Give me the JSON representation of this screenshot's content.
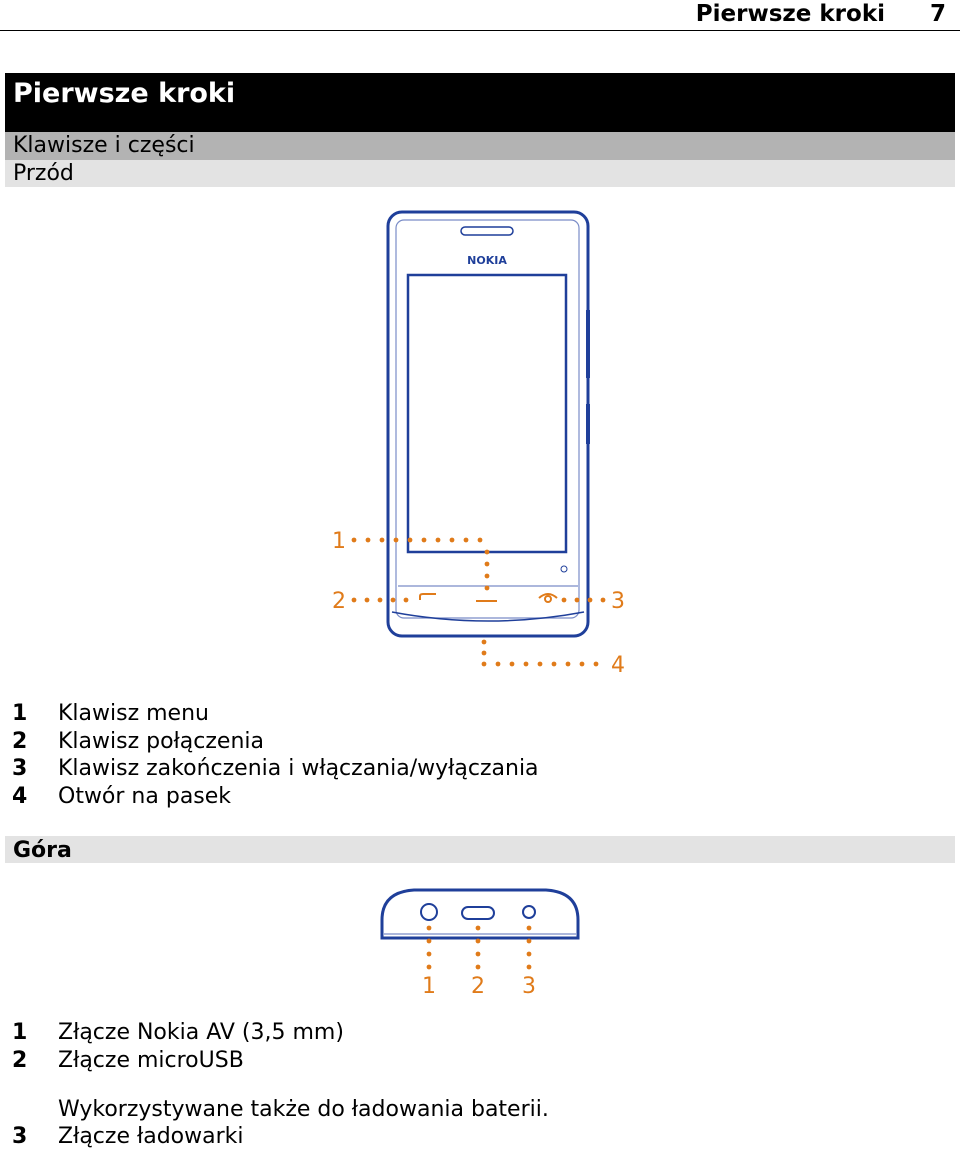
{
  "running_head": {
    "title": "Pierwsze kroki",
    "page_number": "7"
  },
  "chapter_title": "Pierwsze kroki",
  "section_title": "Klawisze i części",
  "subsections": {
    "front": "Przód",
    "top": "Góra"
  },
  "front_diagram": {
    "brand": "NOKIA",
    "callouts": [
      "1",
      "2",
      "3",
      "4"
    ]
  },
  "front_list": [
    {
      "num": "1",
      "text": "Klawisz menu"
    },
    {
      "num": "2",
      "text": "Klawisz połączenia"
    },
    {
      "num": "3",
      "text": "Klawisz zakończenia i włączania/wyłączania"
    },
    {
      "num": "4",
      "text": "Otwór na pasek"
    }
  ],
  "top_diagram": {
    "callouts": [
      "1",
      "2",
      "3"
    ]
  },
  "top_list": [
    {
      "num": "1",
      "text": "Złącze Nokia AV (3,5 mm)"
    },
    {
      "num": "2",
      "text": "Złącze microUSB"
    },
    {
      "num": "3",
      "text": "Złącze ładowarki"
    }
  ],
  "top_list_note": "Wykorzystywane także do ładowania baterii.",
  "colors": {
    "device_outline": "#1f3f9a",
    "callout": "#e07b1a",
    "bar_dark": "#000000",
    "bar_mid": "#b3b3b3",
    "bar_light": "#e3e3e3"
  }
}
